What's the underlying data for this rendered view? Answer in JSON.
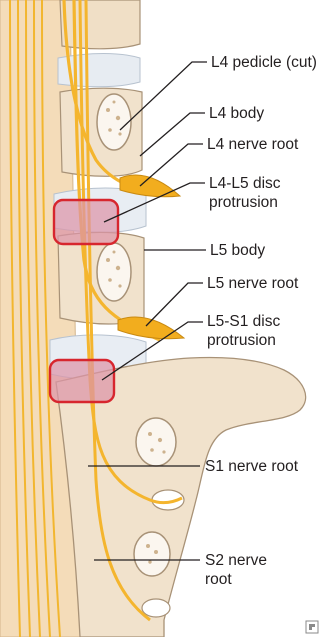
{
  "labels": {
    "l4_pedicle": "L4 pedicle (cut)",
    "l4_body": "L4 body",
    "l4_nerve_root": "L4 nerve root",
    "l4_l5_disc": [
      "L4-L5 disc",
      "protrusion"
    ],
    "l5_body": "L5 body",
    "l5_nerve_root": "L5 nerve root",
    "l5_s1_disc": [
      "L5-S1 disc",
      "protrusion"
    ],
    "s1_nerve_root": "S1 nerve root",
    "s2_nerve_root": [
      "S2 nerve",
      "root"
    ]
  },
  "colors": {
    "bone": "#f1e2cc",
    "bone_outline": "#a89277",
    "bone_cortex": "#e3cdb0",
    "cancellous": "#fbf6ef",
    "disc": "#e8edf3",
    "disc_shadow": "#c9d3de",
    "dura": "#f3d9b4",
    "nerve": "#f4b52e",
    "nerve_outline": "#c98a12",
    "ganglion": "#f2ad1e",
    "protrusion_fill": "#dc94a8",
    "protrusion_outline": "#d7262e",
    "leader": "#231f20"
  },
  "icons": {
    "corner_mark": "brand-mark-icon"
  }
}
